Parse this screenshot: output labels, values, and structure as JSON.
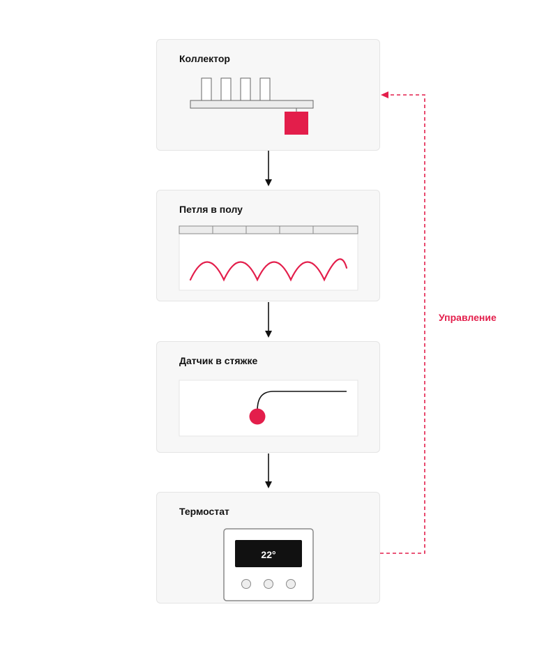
{
  "colors": {
    "accent": "#e31e4b",
    "card_bg": "#f7f7f7",
    "card_border": "#e4e4e4",
    "arrow": "#111111"
  },
  "cards": {
    "collector": {
      "title": "Коллектор"
    },
    "floor_loop": {
      "title": "Петля в полу"
    },
    "sensor": {
      "title": "Датчик в стяжке"
    },
    "thermostat": {
      "title": "Термостат",
      "display_value": "22°"
    }
  },
  "control_link": {
    "label": "Управление"
  }
}
